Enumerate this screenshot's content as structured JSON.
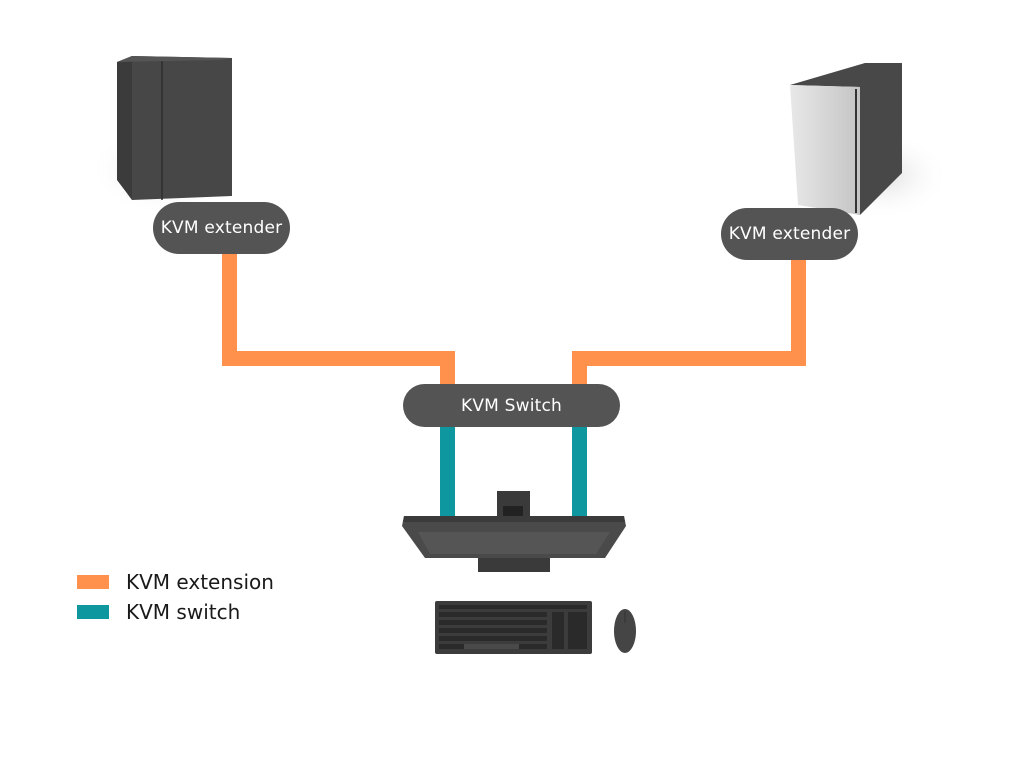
{
  "diagram": {
    "nodes": {
      "extender_left": {
        "label": "KVM extender"
      },
      "extender_right": {
        "label": "KVM extender"
      },
      "switch": {
        "label": "KVM Switch"
      }
    },
    "devices": [
      {
        "id": "computer-left",
        "kind": "tower-pc",
        "color": "dark"
      },
      {
        "id": "computer-right",
        "kind": "tower-pc",
        "color": "silver-front"
      },
      {
        "id": "monitor",
        "kind": "monitor"
      },
      {
        "id": "keyboard",
        "kind": "keyboard"
      },
      {
        "id": "mouse",
        "kind": "mouse"
      }
    ],
    "connections": [
      {
        "from": "extender_left",
        "to": "switch",
        "type": "KVM extension"
      },
      {
        "from": "extender_right",
        "to": "switch",
        "type": "KVM extension"
      },
      {
        "from": "switch",
        "to": "monitor",
        "type": "KVM switch"
      },
      {
        "from": "switch",
        "to": "monitor",
        "type": "KVM switch"
      }
    ],
    "colors": {
      "extension": "#ff914d",
      "switch": "#0f979f",
      "node_fill": "#545454",
      "node_text": "#ffffff"
    }
  },
  "legend": {
    "items": [
      {
        "label": "KVM extension",
        "color": "#ff914d"
      },
      {
        "label": "KVM switch",
        "color": "#0f979f"
      }
    ]
  }
}
